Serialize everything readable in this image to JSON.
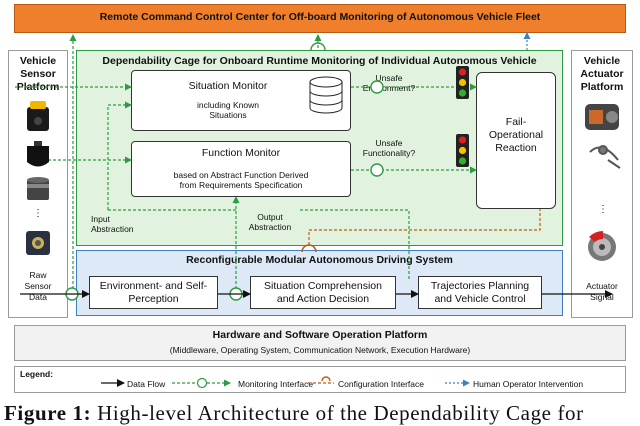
{
  "diagram": {
    "remote_center": "Remote Command Control Center for Off-board Monitoring of Autonomous Vehicle Fleet",
    "sensor_platform": [
      "Vehicle",
      "Sensor",
      "Platform"
    ],
    "actuator_platform": [
      "Vehicle",
      "Actuator",
      "Platform"
    ],
    "cage_title": "Dependability Cage for Onboard Runtime Monitoring of Individual Autonomous Vehicle",
    "situation_monitor": {
      "title": "Situation Monitor",
      "subtitle": [
        "including Known",
        "Situations"
      ]
    },
    "function_monitor": {
      "title": "Function Monitor",
      "subtitle": [
        "based on Abstract Function Derived",
        "from Requirements Specification"
      ]
    },
    "unsafe_environment": [
      "Unsafe",
      "Environment?"
    ],
    "unsafe_functionality": [
      "Unsafe",
      "Functionality?"
    ],
    "fail_operational": [
      "Fail-",
      "Operational",
      "Reaction"
    ],
    "input_abstraction": [
      "Input",
      "Abstraction"
    ],
    "output_abstraction": [
      "Output",
      "Abstraction"
    ],
    "ads_title": "Reconfigurable Modular Autonomous Driving System",
    "env_perception": [
      "Environment- and Self-",
      "Perception"
    ],
    "situation_comprehension": [
      "Situation Comprehension",
      "and Action Decision"
    ],
    "trajectories_planning": [
      "Trajectories Planning",
      "and Vehicle Control"
    ],
    "raw_sensor_data": [
      "Raw",
      "Sensor",
      "Data"
    ],
    "actuator_signal": [
      "Actuator",
      "Signal"
    ],
    "ellipsis": "⋮",
    "hardware_title": "Hardware and Software Operation Platform",
    "hardware_subtitle": "(Middleware, Operating System, Communication Network, Execution Hardware)",
    "legend": {
      "title": "Legend:",
      "data_flow": "Data Flow",
      "monitoring": "Monitoring Interface",
      "configuration": "Configuration Interface",
      "human": "Human Operator Intervention"
    },
    "caption": "Figure 1: High-level Architecture of the Dependability Cage for",
    "caption_label": "Figure 1:",
    "caption_text": "High-level Architecture of the Dependability Cage for"
  },
  "colors": {
    "orange": "#f07f2c",
    "green_fill": "#e1f3de",
    "green_line": "#2f9a44",
    "blue_fill": "#dde9f6",
    "blue_line": "#3f7fc0",
    "orange_line": "#c55a11",
    "gray_fill": "#f2f2f2"
  }
}
